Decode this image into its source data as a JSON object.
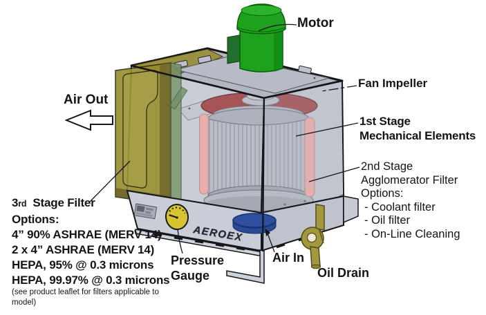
{
  "colors": {
    "motor_green": "#1ea21e",
    "motor_green_dark": "#0f7d12",
    "impeller_red": "#a03a3a",
    "agglomerator_pink": "#f2a7a2",
    "panel_yellow": "#968c2e",
    "panel_yellow_dark": "#6f672a",
    "divider_green": "#74906a",
    "case_gray": "#b2b6c0",
    "inlet_blue": "#2e4f9e",
    "drain_olive": "#a4983f",
    "gauge_yellow": "#d6c52f"
  },
  "labels": {
    "motor": "Motor",
    "fan_impeller": "Fan Impeller",
    "first_stage_line1": "1st Stage",
    "first_stage_line2": "Mechanical Elements",
    "second_stage_line1": "2nd Stage",
    "second_stage_line2": "Agglomerator Filter",
    "second_stage_line3": "Options:",
    "second_stage_bullets": [
      "- Coolant filter",
      "- Oil filter",
      "- On-Line Cleaning"
    ],
    "air_out": "Air Out",
    "air_in": "Air In",
    "oil_drain": "Oil Drain",
    "pressure_line1": "Pressure",
    "pressure_line2": "Gauge",
    "brand": "AEROEX",
    "third_stage_num": "3",
    "third_stage_ord": "rd",
    "third_stage_rest": "  Stage Filter",
    "third_stage_line2": "Options:",
    "third_stage_options": [
      "4” 90% ASHRAE (MERV 14)",
      "2 x 4” ASHRAE (MERV 14)",
      "HEPA, 95% @ 0.3 microns",
      "HEPA, 99.97% @ 0.3 microns"
    ],
    "third_stage_note1": "(see product leaflet for filters applicable to",
    "third_stage_note2": "model)"
  }
}
